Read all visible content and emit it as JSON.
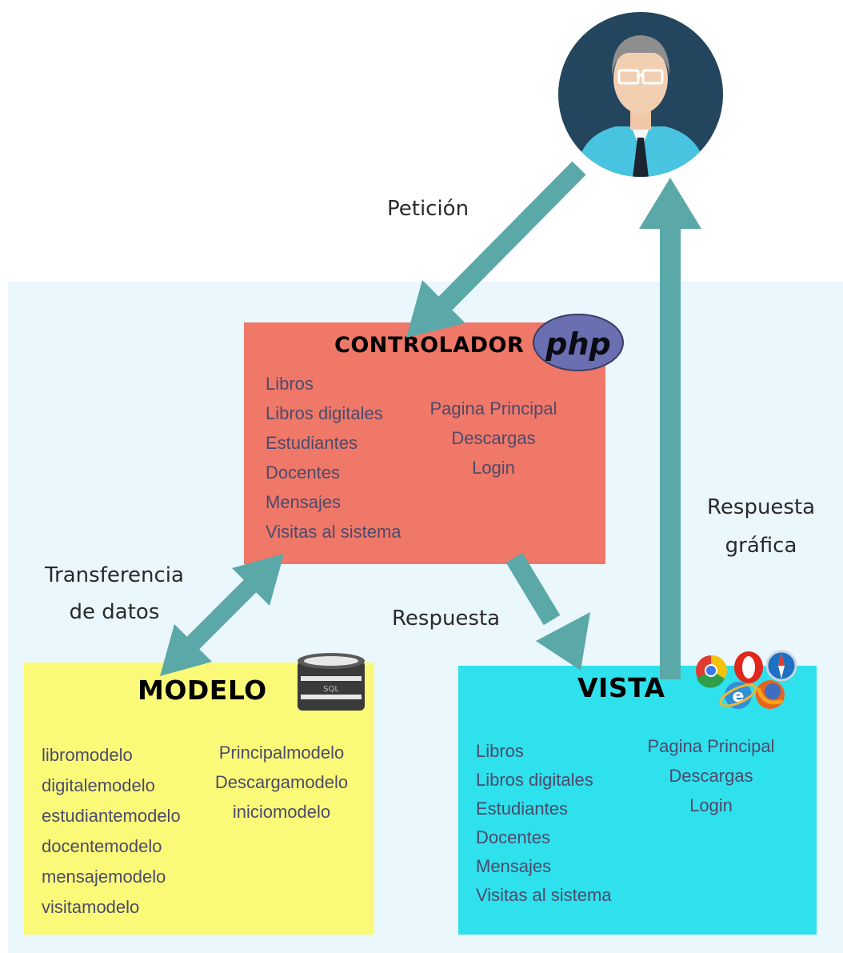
{
  "colors": {
    "arrow": "#5ba8a8",
    "controller_box": "#ef7868",
    "model_box": "#fbfa78",
    "view_box": "#2ee1ec",
    "background_panel": "#eaf7fd",
    "item_text": "#4c4a6b"
  },
  "user": {
    "icon": "user-avatar-icon"
  },
  "labels": {
    "peticion": "Petición",
    "transferencia": [
      "Transferencia",
      "de datos"
    ],
    "respuesta": "Respuesta",
    "respuesta_grafica": [
      "Respuesta",
      "gráfica"
    ]
  },
  "controller": {
    "title": "CONTROLADOR",
    "logo_text": "php",
    "left_items": [
      "Libros",
      "Libros digitales",
      "Estudiantes",
      "Docentes",
      "Mensajes",
      "Visitas al sistema"
    ],
    "right_items": [
      "Pagina Principal",
      "Descargas",
      "Login"
    ]
  },
  "model": {
    "title": "MODELO",
    "db_label": "SQL",
    "left_items": [
      "libromodelo",
      "digitalemodelo",
      "estudiantemodelo",
      "docentemodelo",
      "mensajemodelo",
      "visitamodelo"
    ],
    "right_items": [
      "Principalmodelo",
      "Descargamodelo",
      "iniciomodelo"
    ]
  },
  "view": {
    "title": "VISTA",
    "browser_icons": [
      "chrome-icon",
      "opera-icon",
      "safari-icon",
      "internet-explorer-icon",
      "firefox-icon"
    ],
    "left_items": [
      "Libros",
      "Libros digitales",
      "Estudiantes",
      "Docentes",
      "Mensajes",
      "Visitas al sistema"
    ],
    "right_items": [
      "Pagina Principal",
      "Descargas",
      "Login"
    ]
  }
}
